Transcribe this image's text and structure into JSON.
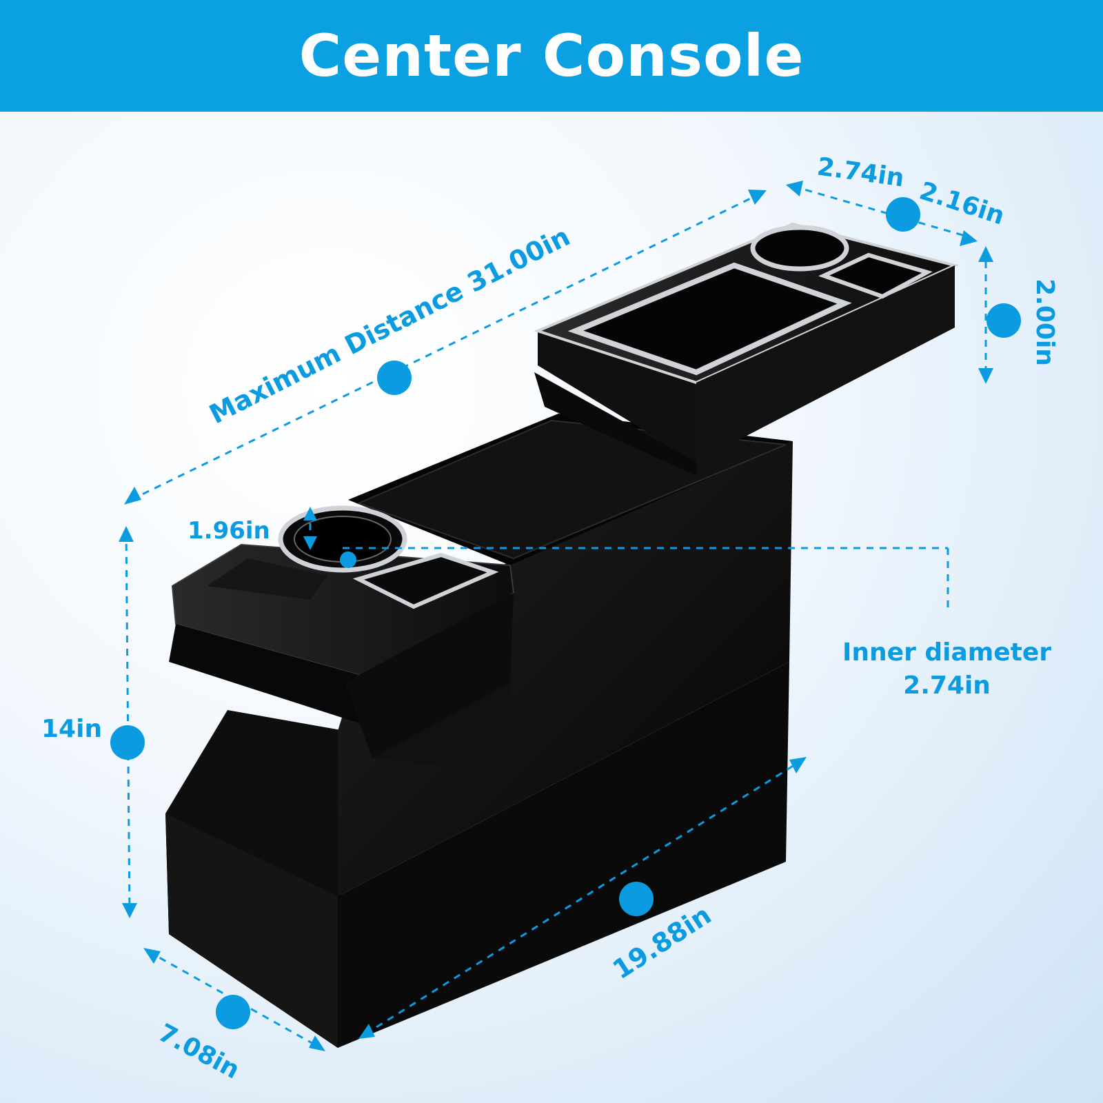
{
  "banner": {
    "title": "Center Console"
  },
  "dimensions": {
    "max_distance": "Maximum Distance 31.00in",
    "tray_width_a": "2.74in",
    "tray_width_b": "2.16in",
    "tray_height": "2.00in",
    "cup_depth": "1.96in",
    "inner_diameter_line1": "Inner diameter",
    "inner_diameter_line2": "2.74in",
    "height": "14in",
    "length": "19.88in",
    "width": "7.08in"
  },
  "colors": {
    "accent": "#0aa0e2",
    "product": "#0b0b0b",
    "trim": "#c9ccd0"
  }
}
